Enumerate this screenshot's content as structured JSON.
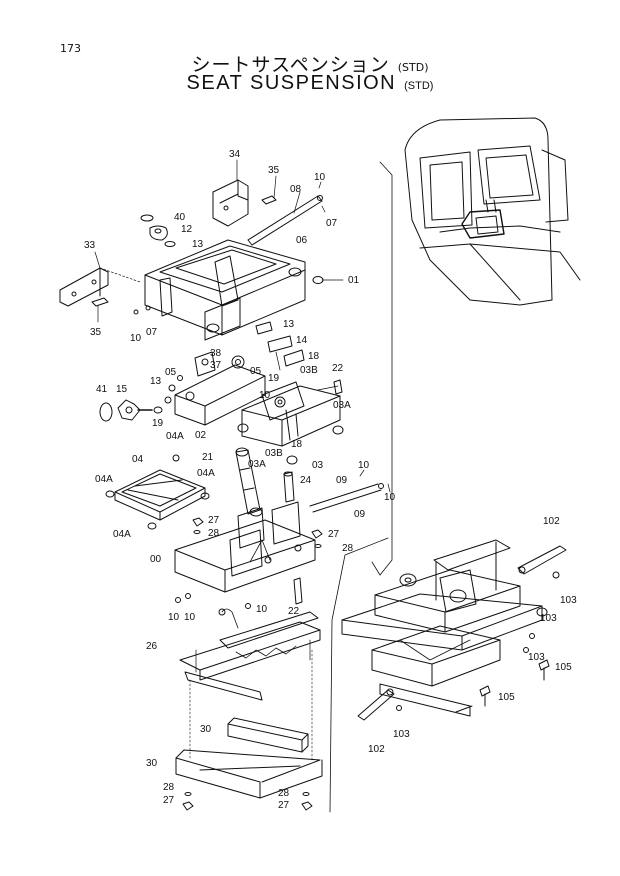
{
  "page_number": "173",
  "title_jp": "シートサスペンション",
  "title_en": "SEAT SUSPENSION",
  "variant": "(STD)",
  "part_labels": {
    "p34": "34",
    "p35a": "35",
    "p08": "08",
    "p10a": "10",
    "p07a": "07",
    "p40": "40",
    "p12": "12",
    "p13a": "13",
    "p06": "06",
    "p33": "33",
    "p01": "01",
    "p35b": "35",
    "p10b": "10",
    "p07b": "07",
    "p13b": "13",
    "p14": "14",
    "p38": "38",
    "p37": "37",
    "p18a": "18",
    "p22a": "22",
    "p41": "41",
    "p15": "15",
    "p13c": "13",
    "p05a": "05",
    "p05b": "05",
    "p19a": "19",
    "p03Ba": "03B",
    "p03Aa": "03A",
    "p19b": "19",
    "p04Aa": "04A",
    "p02": "02",
    "p10c": "10",
    "p18b": "18",
    "p03": "03",
    "p21": "21",
    "p03Bb": "03B",
    "p03Ab": "03A",
    "p04": "04",
    "p04Ab": "04A",
    "p24": "24",
    "p09a": "09",
    "p10d": "10",
    "p09b": "09",
    "p10e": "10",
    "p04Ac": "04A",
    "p27a": "27",
    "p28a": "28",
    "p04Ad": "04A",
    "p27b": "27",
    "p28b": "28",
    "p00": "00",
    "p10f": "10",
    "p10g": "10",
    "p10h": "10",
    "p22b": "22",
    "p26": "26",
    "p30a": "30",
    "p30b": "30",
    "p28c": "28",
    "p27c": "27",
    "p28d": "28",
    "p27d": "27",
    "p102a": "102",
    "p103a": "103",
    "p103b": "103",
    "p103c": "103",
    "p105a": "105",
    "p105b": "105",
    "p102b": "102",
    "p103d": "103"
  }
}
